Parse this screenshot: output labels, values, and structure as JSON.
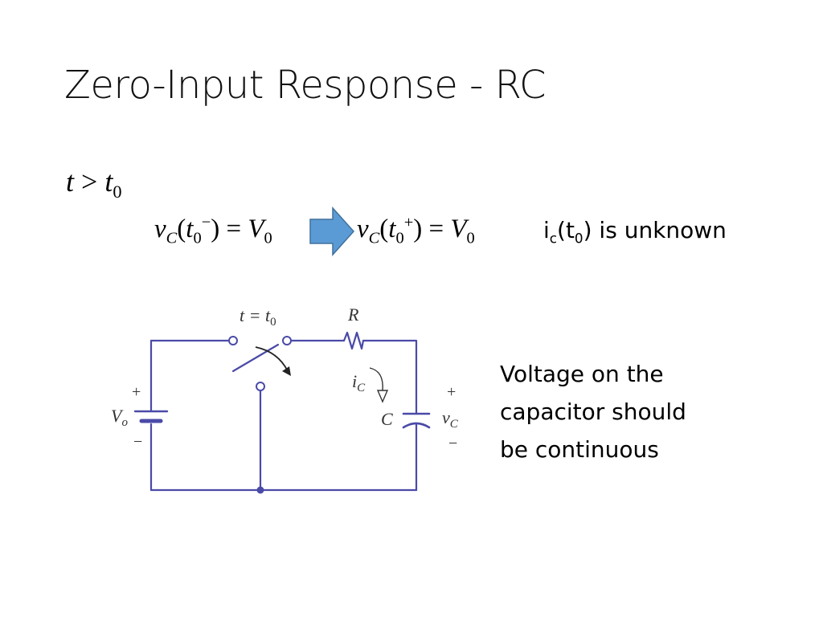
{
  "slide": {
    "title": "Zero-Input Response - RC",
    "condition": {
      "t": "t",
      "gt": " > ",
      "t0": "t",
      "t0_sub": "0"
    },
    "equation_left": {
      "v": "v",
      "v_sub": "C",
      "open": "(",
      "t": "t",
      "t_sub": "0",
      "t_sup": "−",
      "close": ")",
      "eq": " = ",
      "V": "V",
      "V_sub": "0"
    },
    "equation_right": {
      "v": "v",
      "v_sub": "C",
      "open": "(",
      "t": "t",
      "t_sub": "0",
      "t_sup": "+",
      "close": ")",
      "eq": " = ",
      "V": "V",
      "V_sub": "0"
    },
    "unknown_note": {
      "pre": "i",
      "sub1": "c",
      "mid": "(t",
      "sub2": "0",
      "post": ") is unknown"
    },
    "continuity_note": [
      "Voltage on the",
      "capacitor should",
      "be continuous"
    ]
  },
  "circuit": {
    "switch_label": "t = t",
    "switch_label_sub": "0",
    "resistor_label": "R",
    "current_label": "i",
    "current_label_sub": "C",
    "capacitor_label": "C",
    "capacitor_voltage": "v",
    "capacitor_voltage_sub": "C",
    "source_label": "V",
    "source_label_sub": "o",
    "plus": "+",
    "minus": "−"
  },
  "colors": {
    "wire": "#4a4aa8",
    "arrow_fill": "#5b9bd5",
    "arrow_stroke": "#41719c"
  },
  "icons": [
    "block-arrow-right-icon",
    "switch-icon",
    "resistor-icon",
    "capacitor-icon",
    "battery-icon"
  ]
}
